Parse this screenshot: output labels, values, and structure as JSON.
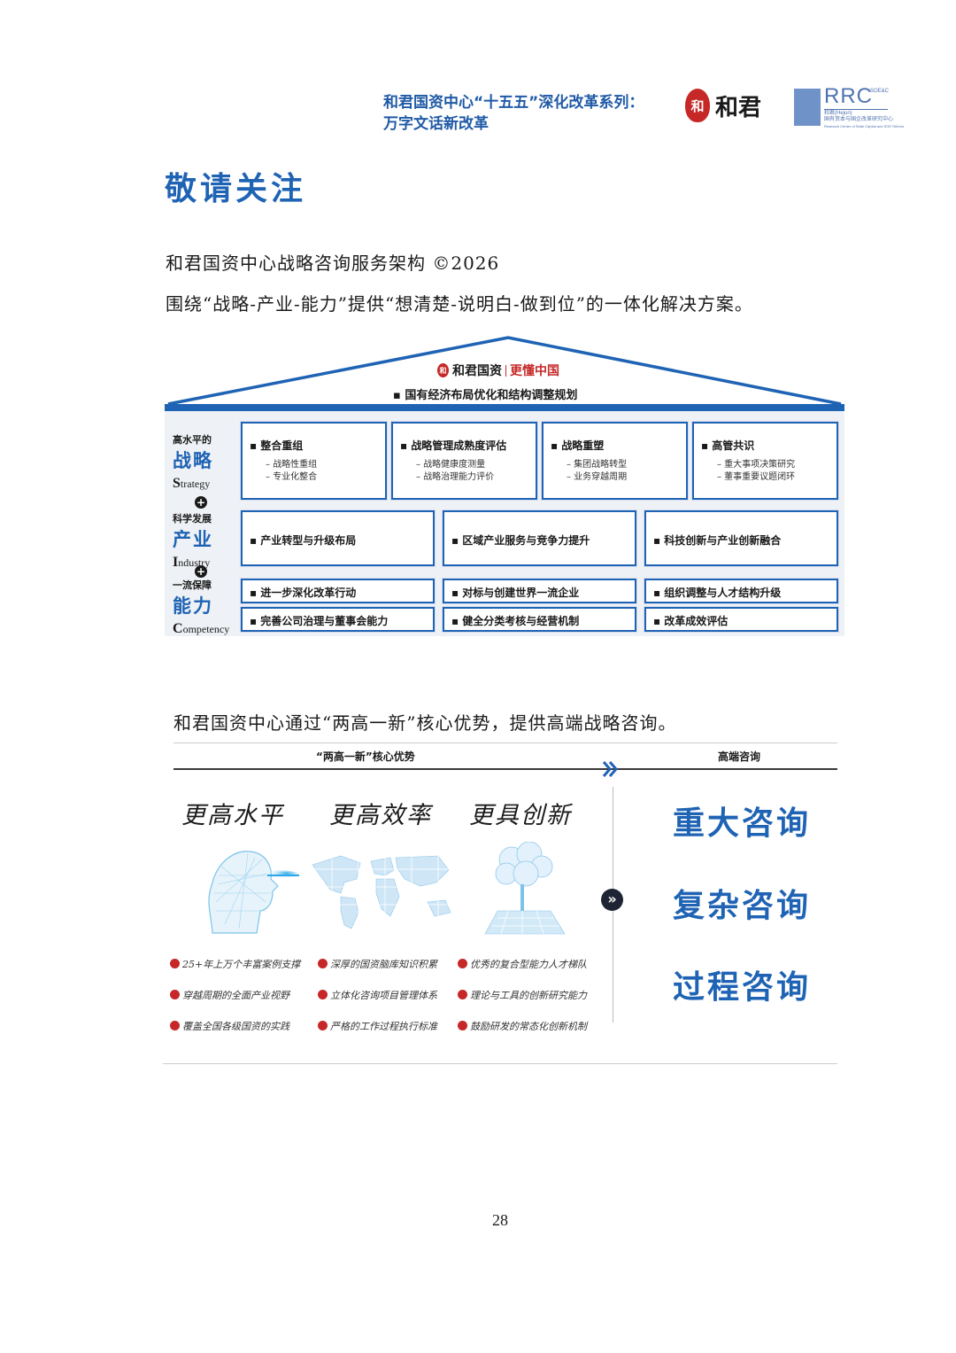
{
  "header": {
    "line1": "和君国资中心“十五五”深化改革系列：",
    "line2": "万字文话新改革",
    "logo_seal": "和",
    "logo_text": "和君",
    "rrc_text": "RRC",
    "rrc_sup": "SOE&C",
    "rrc_sub1": "和君(Hejun)",
    "rrc_sub2": "国有资本与国企改革研究中心",
    "rrc_sub3": "Research Center of State Capital and SOE Reform"
  },
  "title": "敬请关注",
  "para1": "和君国资中心战略咨询服务架构 ©2026",
  "para2": "围绕“战略-产业-能力”提供“想清楚-说明白-做到位”的一体化解决方案。",
  "framework": {
    "roof_seal": "和",
    "roof_brand": "和君国资",
    "roof_slogan": "更懂中国",
    "roof_item": "▪ 国有经济布局优化和结构调整规划",
    "plus": "+",
    "rows": [
      {
        "small": "高水平的",
        "big": "战略",
        "en_cap": "S",
        "en_rest": "trategy",
        "boxes": [
          {
            "title": "▪ 整合重组",
            "subs": [
              "–   战略性重组",
              "–   专业化整合"
            ]
          },
          {
            "title": "▪ 战略管理成熟度评估",
            "subs": [
              "–   战略健康度测量",
              "–   战略治理能力评价"
            ]
          },
          {
            "title": "▪ 战略重塑",
            "subs": [
              "–   集团战略转型",
              "–   业务穿越周期"
            ]
          },
          {
            "title": "▪ 高管共识",
            "subs": [
              "–   重大事项决策研究",
              "–   董事重要议题闭环"
            ]
          }
        ]
      },
      {
        "small": "科学发展",
        "big": "产业",
        "en_cap": "I",
        "en_rest": "ndustry",
        "boxes": [
          "▪ 产业转型与升级布局",
          "▪ 区域产业服务与竞争力提升",
          "▪ 科技创新与产业创新融合"
        ]
      },
      {
        "small": "一流保障",
        "big": "能力",
        "en_cap": "C",
        "en_rest": "ompetency",
        "boxes": [
          "▪ 进一步深化改革行动",
          "▪ 对标与创建世界一流企业",
          "▪ 组织调整与人才结构升级",
          "▪ 完善公司治理与董事会能力",
          "▪ 健全分类考核与经营机制",
          "▪ 改革成效评估"
        ]
      }
    ]
  },
  "para3": "和君国资中心通过“两高一新”核心优势，提供高端战略咨询。",
  "advantages": {
    "left_label": "“两高一新”核心优势",
    "right_label": "高端咨询",
    "columns": [
      {
        "head": "更高水平",
        "items": [
          "25+年上万个丰富案例支撑",
          "穿越周期的全面产业视野",
          "覆盖全国各级国资的实践"
        ]
      },
      {
        "head": "更高效率",
        "items": [
          "深厚的国资脑库知识积累",
          "立体化咨询项目管理体系",
          "严格的工作过程执行标准"
        ]
      },
      {
        "head": "更具创新",
        "items": [
          "优秀的复合型能力人才梯队",
          "理论与工具的创新研究能力",
          "鼓励研发的常态化创新机制"
        ]
      }
    ],
    "consults": [
      "重大咨询",
      "复杂咨询",
      "过程咨询"
    ],
    "arrow": "»"
  },
  "page_number": "28"
}
